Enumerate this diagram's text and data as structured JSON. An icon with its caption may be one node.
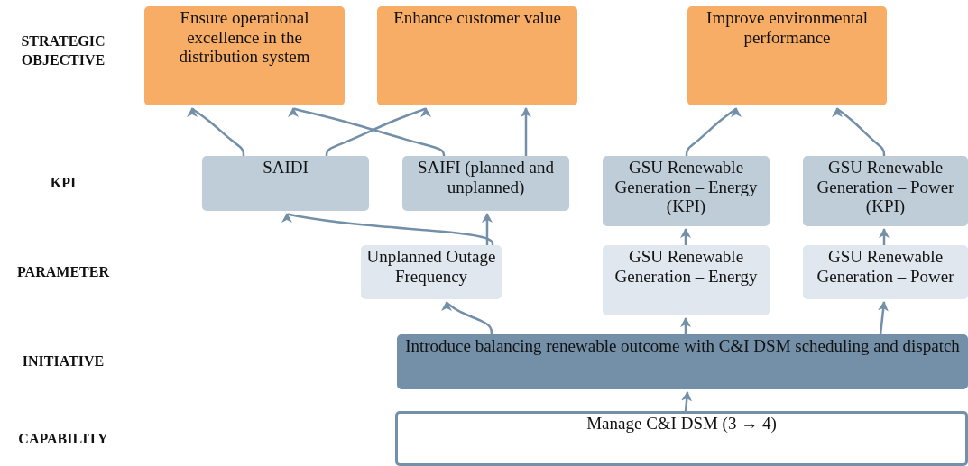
{
  "diagram": {
    "nodes": [
      {
        "text": [
          "Ensure operational excellence in the distribution system"
        ]
      },
      {
        "text": [
          "Enhance customer value"
        ]
      },
      {
        "text": [
          "Improve environmental performance"
        ]
      },
      {
        "text": [
          "SAIDI"
        ]
      },
      {
        "text": [
          "SAIFI (planned and unplanned)"
        ]
      },
      {
        "text": [
          "GSU Renewable Generation – Energy (KPI)"
        ]
      },
      {
        "text": [
          "GSU Renewable Generation – Power (KPI)"
        ]
      },
      {
        "text": [
          "Unplanned Outage Frequency"
        ]
      },
      {
        "text": [
          "GSU Renewable Generation – Energy"
        ]
      },
      {
        "text": [
          "GSU Renewable Generation – Power"
        ]
      },
      {
        "text": [
          "Introduce balancing renewable outcome with C&I DSM scheduling and dispatch"
        ]
      },
      {
        "text": [
          "Manage C&I DSM (3 → 4)"
        ]
      }
    ],
    "edges": [
      {
        "from": 3,
        "to": 0,
        "arrow": "to"
      },
      {
        "from": 3,
        "to": 1,
        "arrow": "to"
      },
      {
        "from": 4,
        "to": 0,
        "arrow": "to"
      },
      {
        "from": 4,
        "to": 1,
        "arrow": "to"
      },
      {
        "from": 5,
        "to": 2,
        "arrow": "to"
      },
      {
        "from": 6,
        "to": 2,
        "arrow": "to"
      },
      {
        "from": 7,
        "to": 3,
        "arrow": "to"
      },
      {
        "from": 7,
        "to": 4,
        "arrow": "to"
      },
      {
        "from": 8,
        "to": 5,
        "arrow": "to"
      },
      {
        "from": 9,
        "to": 6,
        "arrow": "to"
      },
      {
        "from": 10,
        "to": 7,
        "arrow": "to"
      },
      {
        "from": 10,
        "to": 8,
        "arrow": "to"
      },
      {
        "from": 10,
        "to": 9,
        "arrow": "to"
      },
      {
        "from": 11,
        "to": 10,
        "arrow": "to"
      }
    ],
    "labels": [
      "STRATEGIC OBJECTIVE",
      "KPI",
      "PARAMETER",
      "INITIATIVE",
      "CAPABILITY"
    ]
  }
}
